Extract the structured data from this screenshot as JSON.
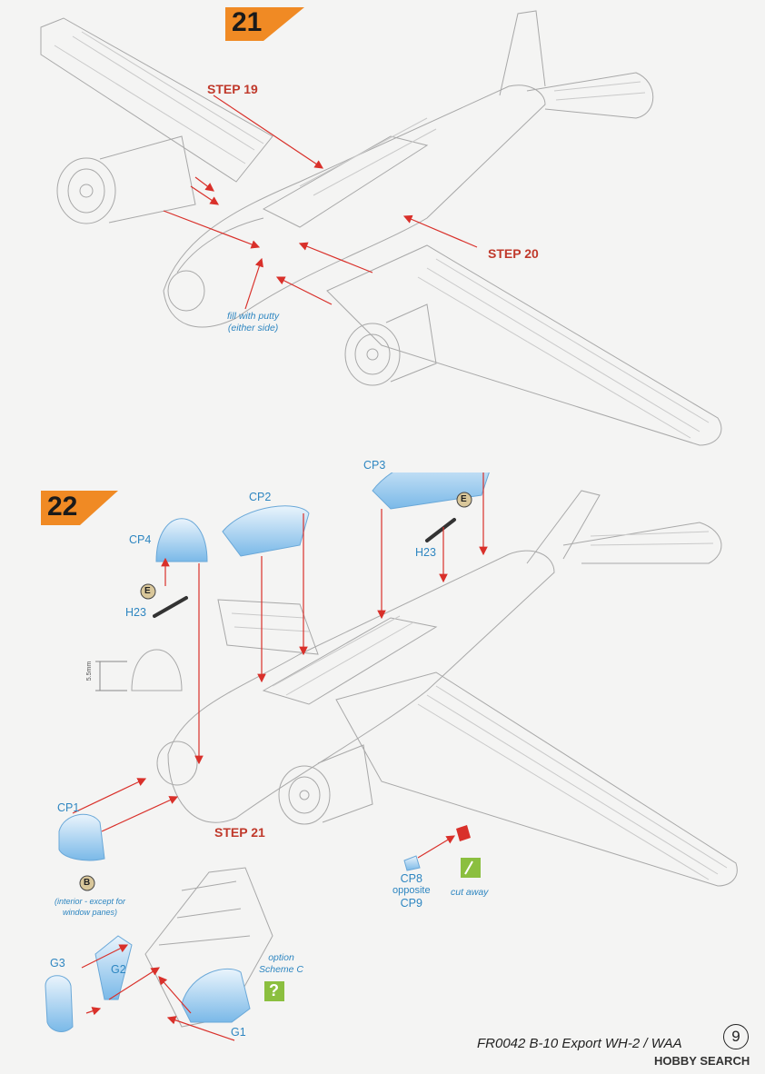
{
  "steps": {
    "step21": {
      "number": "21",
      "labels": {
        "step19": "STEP 19",
        "step20": "STEP 20",
        "putty_line1": "fill with putty",
        "putty_line2": "(either side)"
      }
    },
    "step22": {
      "number": "22",
      "labels": {
        "cp1": "CP1",
        "cp2": "CP2",
        "cp3": "CP3",
        "cp4": "CP4",
        "h23_left": "H23",
        "h23_right": "H23",
        "paint_e": "E",
        "paint_b": "B",
        "dimension": "5.5mm",
        "step21": "STEP 21",
        "cp8": "CP8",
        "opposite": "opposite",
        "cp9": "CP9",
        "cut_away": "cut away",
        "interior_line1": "(interior - except for",
        "interior_line2": "window panes)",
        "option_line1": "option",
        "option_line2": "Scheme C",
        "option_mark": "?",
        "g1": "G1",
        "g2": "G2",
        "g3": "G3"
      }
    }
  },
  "footer": {
    "title": "FR0042 B-10 Export WH-2 / WAA",
    "page_number": "9",
    "watermark": "HOBBY SEARCH"
  },
  "colors": {
    "accent_orange": "#f08a24",
    "arrow_red": "#d9302a",
    "clear_part_blue": "#8cc3ec",
    "label_blue": "#2e86c1",
    "option_green": "#8bbf3f",
    "paint_tan": "#d9c79a"
  }
}
